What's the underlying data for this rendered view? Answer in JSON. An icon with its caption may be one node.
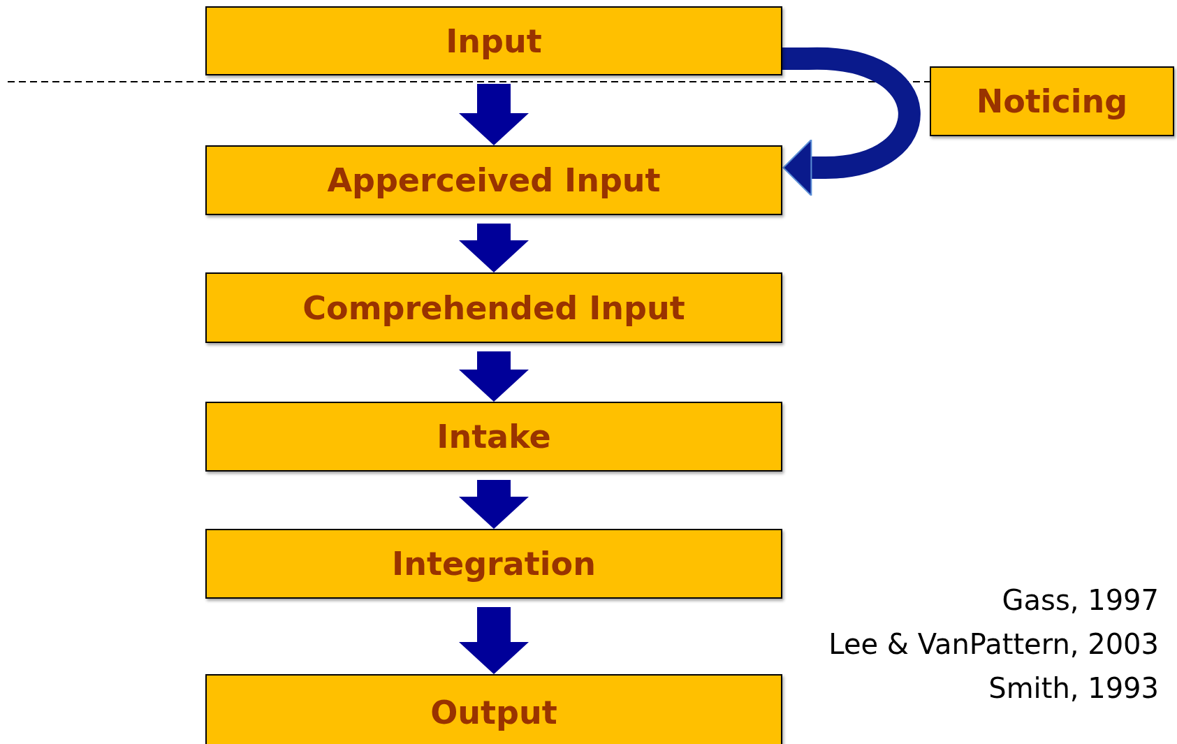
{
  "diagram": {
    "nodes": [
      {
        "text": [
          "Input"
        ]
      },
      {
        "text": [
          "Apperceived Input"
        ]
      },
      {
        "text": [
          "Comprehended Input"
        ]
      },
      {
        "text": [
          "Intake"
        ]
      },
      {
        "text": [
          "Integration"
        ]
      },
      {
        "text": [
          "Output"
        ]
      },
      {
        "text": [
          "Noticing"
        ]
      }
    ],
    "edges": [
      {
        "from": 0,
        "to": 1,
        "arrow": "to"
      },
      {
        "from": 1,
        "to": 2,
        "arrow": "to"
      },
      {
        "from": 2,
        "to": 3,
        "arrow": "to"
      },
      {
        "from": 3,
        "to": 4,
        "arrow": "to"
      },
      {
        "from": 4,
        "to": 5,
        "arrow": "to"
      },
      {
        "from": 0,
        "to": 1,
        "arrow": "to"
      }
    ],
    "labels": [
      "Gass, 1997",
      "Lee & VanPattern, 2003",
      "Smith, 1993"
    ]
  }
}
